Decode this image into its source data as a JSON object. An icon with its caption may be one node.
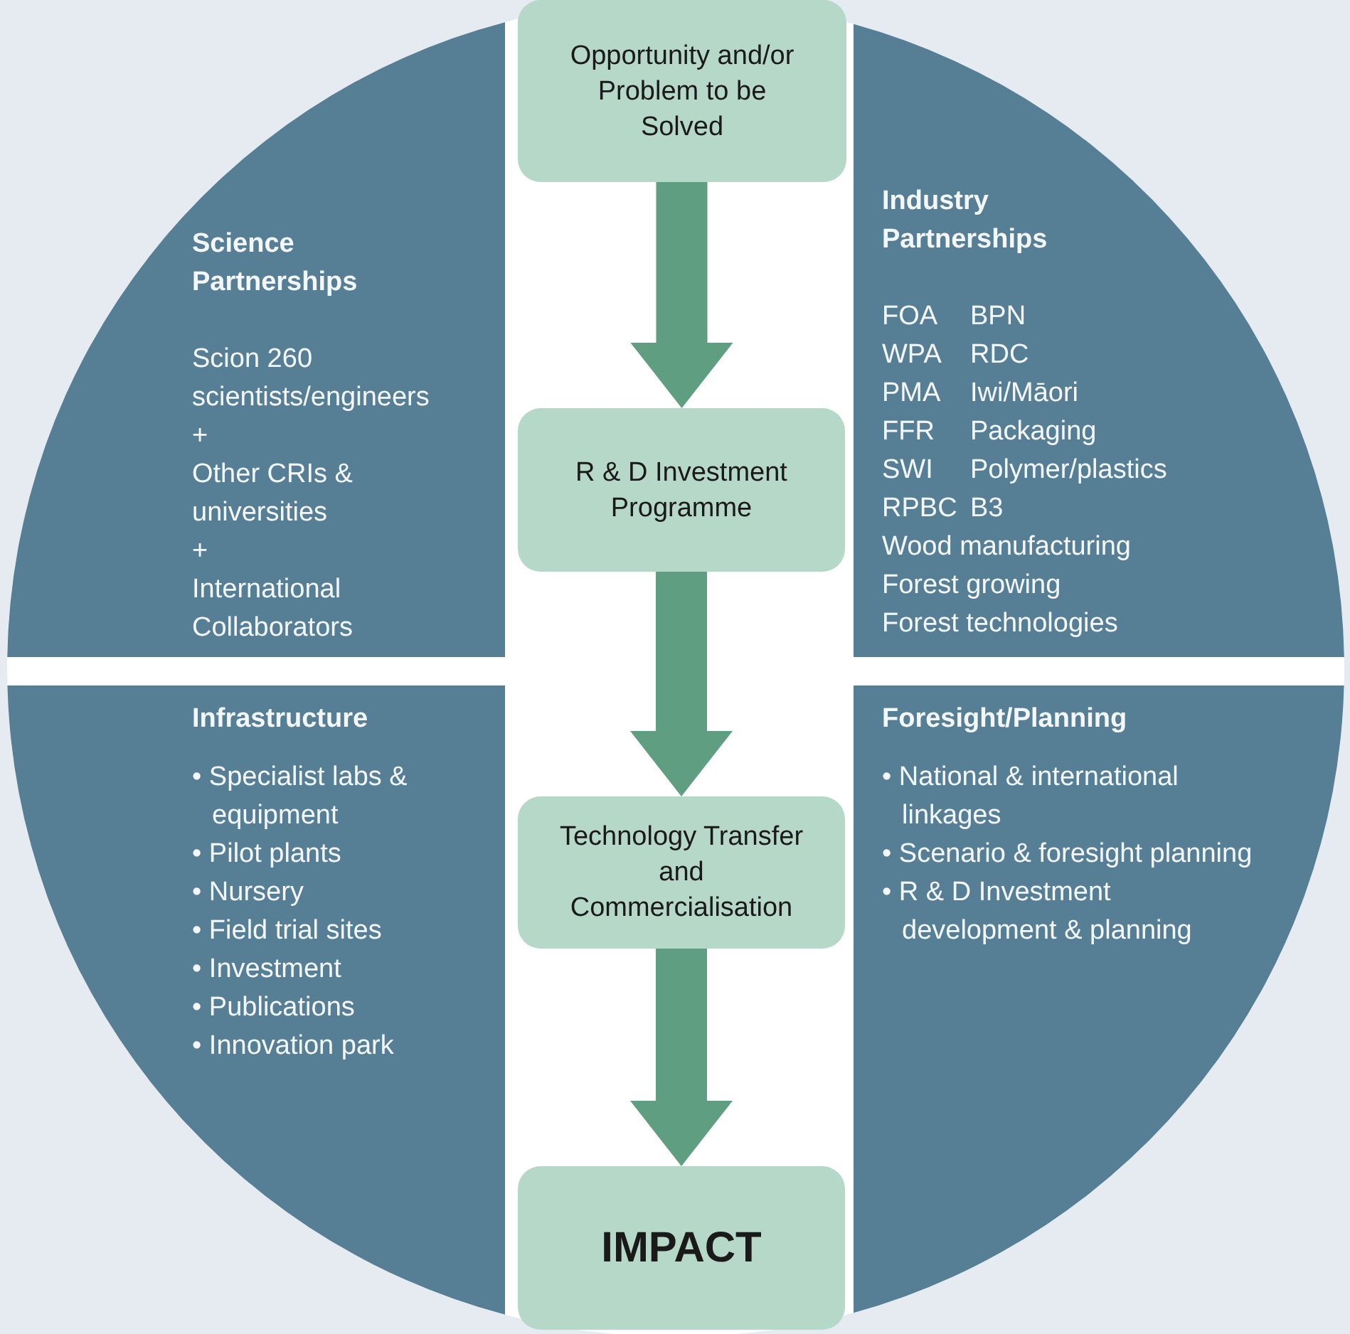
{
  "diagram": {
    "nodes": [
      {
        "text": [
          "Science Partnerships",
          "Scion 260 scientists/engineers",
          "+",
          "Other CRIs & universities",
          "+",
          "International Collaborators"
        ]
      },
      {
        "text": [
          "Industry Partnerships",
          "FOA",
          "BPN",
          "WPA",
          "RDC",
          "PMA",
          "Iwi/Māori",
          "FFR",
          "Packaging",
          "SWI",
          "Polymer/plastics",
          "RPBC",
          "B3",
          "Wood manufacturing",
          "Forest growing",
          "Forest technologies"
        ]
      },
      {
        "text": [
          "Infrastructure",
          "• Specialist labs & equipment",
          "• Pilot plants",
          "• Nursery",
          "• Field trial sites",
          "• Investment",
          "• Publications",
          "• Innovation park"
        ]
      },
      {
        "text": [
          "Foresight/Planning",
          "• National & international linkages",
          "• Scenario & foresight planning",
          "• R & D Investment development & planning"
        ]
      },
      {
        "text": [
          "Opportunity and/or Problem to be Solved"
        ]
      },
      {
        "text": [
          "R & D Investment Programme"
        ]
      },
      {
        "text": [
          "Technology Transfer and Commercialisation"
        ]
      },
      {
        "text": [
          "IMPACT"
        ]
      }
    ],
    "edges": [
      {
        "from": 4,
        "to": 5,
        "arrow": "to"
      },
      {
        "from": 5,
        "to": 6,
        "arrow": "to"
      },
      {
        "from": 6,
        "to": 7,
        "arrow": "to"
      }
    ]
  }
}
